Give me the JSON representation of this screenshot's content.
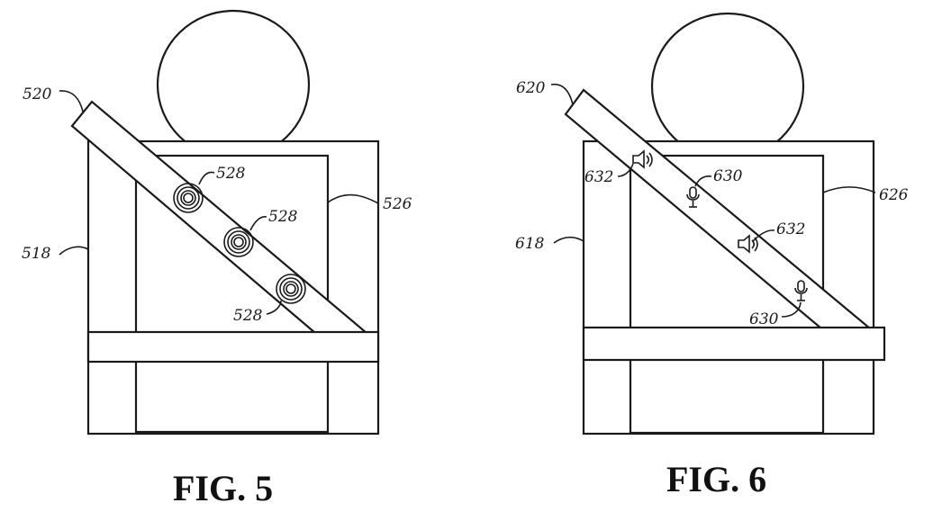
{
  "figures": [
    {
      "caption": "FIG. 5",
      "labels": {
        "belt": "520",
        "seat_frame": "518",
        "backrest": "526",
        "button_top": "528",
        "button_mid": "528",
        "button_low": "528"
      },
      "icons": [
        "ring-button-icon",
        "ring-button-icon",
        "ring-button-icon"
      ]
    },
    {
      "caption": "FIG. 6",
      "labels": {
        "belt": "620",
        "seat_frame": "618",
        "backrest": "626",
        "speaker_top": "632",
        "mic_top": "630",
        "speaker_mid": "632",
        "mic_low": "630"
      },
      "icons": [
        "speaker-icon",
        "microphone-icon",
        "speaker-icon",
        "microphone-icon"
      ]
    }
  ]
}
